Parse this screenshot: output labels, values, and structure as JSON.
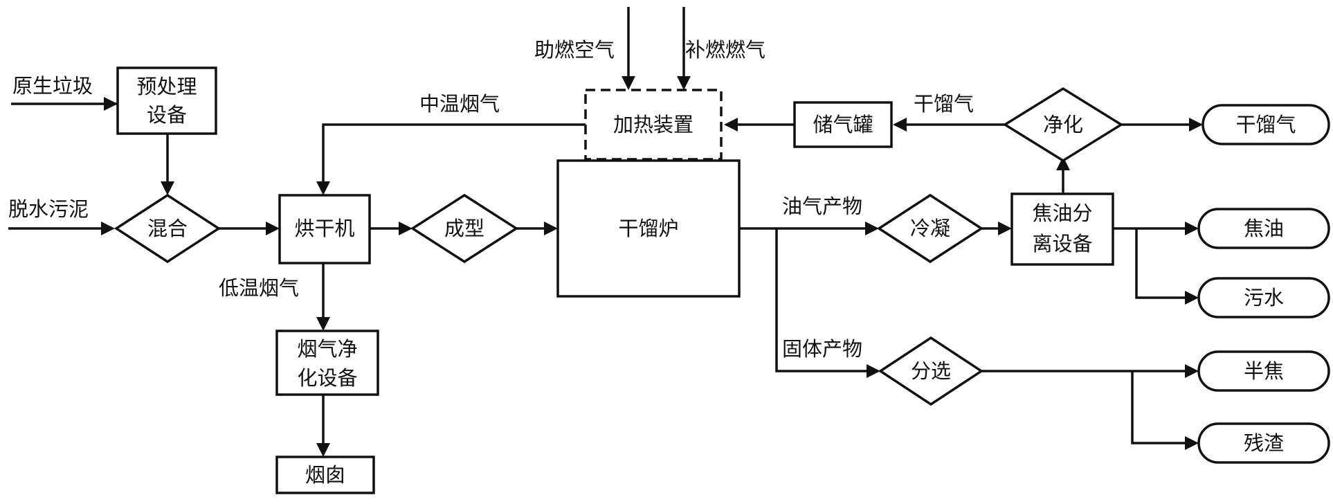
{
  "nodes": {
    "pretreat": [
      "预处理",
      "设备"
    ],
    "mix": "混合",
    "dryer": "烘干机",
    "shape": "成型",
    "furnace": "干馏炉",
    "heater": "加热装置",
    "tank": "储气罐",
    "purify": "净化",
    "condense": "冷凝",
    "tar_sep": [
      "焦油分",
      "离设备"
    ],
    "flue_clean": [
      "烟气净",
      "化设备"
    ],
    "chimney": "烟囱",
    "sort": "分选"
  },
  "outputs": {
    "gas": "干馏气",
    "tar": "焦油",
    "water": "污水",
    "coke": "半焦",
    "residue": "残渣"
  },
  "edge_labels": {
    "raw_waste": "原生垃圾",
    "sludge": "脱水污泥",
    "mid_flue": "中温烟气",
    "air": "助燃空气",
    "fuel": "补燃燃气",
    "gas_return": "干馏气",
    "oil_gas": "油气产物",
    "solid": "固体产物",
    "low_flue": "低温烟气"
  }
}
